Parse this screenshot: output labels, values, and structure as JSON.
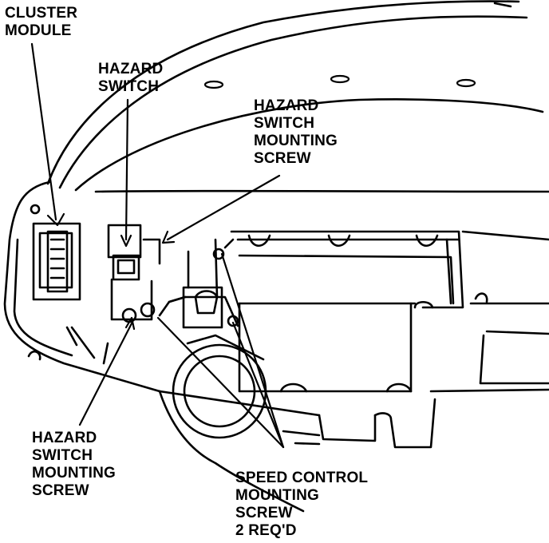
{
  "callouts": {
    "cluster_module": [
      "CLUSTER",
      "MODULE"
    ],
    "hazard_switch": [
      "HAZARD",
      "SWITCH"
    ],
    "hazard_screw_top": [
      "HAZARD",
      "SWITCH",
      "MOUNTING",
      "SCREW"
    ],
    "hazard_screw_bottom": [
      "HAZARD",
      "SWITCH",
      "MOUNTING",
      "SCREW"
    ],
    "speed_control_screw": [
      "SPEED CONTROL",
      "MOUNTING",
      "SCREW",
      "2 REQ'D"
    ]
  },
  "colors": {
    "ink": "#000000",
    "paper": "#ffffff"
  }
}
